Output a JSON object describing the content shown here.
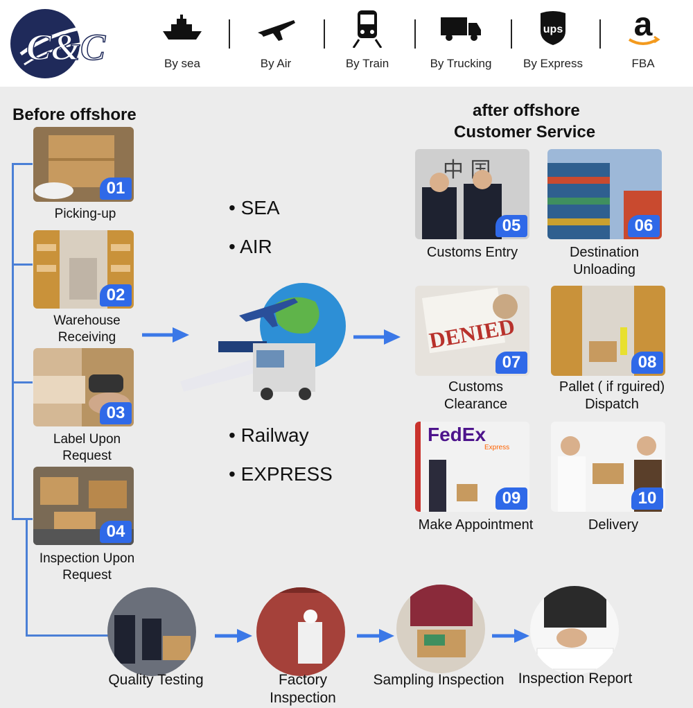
{
  "brand": {
    "logo_text": "C&C"
  },
  "header_modes": [
    {
      "label": "By sea",
      "icon": "ship-icon"
    },
    {
      "label": "By Air",
      "icon": "airplane-icon"
    },
    {
      "label": "By Train",
      "icon": "train-icon"
    },
    {
      "label": "By Trucking",
      "icon": "truck-icon"
    },
    {
      "label": "By Express",
      "icon": "ups-icon",
      "icon_text": "ups"
    },
    {
      "label": "FBA",
      "icon": "amazon-icon",
      "icon_text": "a"
    }
  ],
  "before": {
    "title": "Before offshore",
    "steps": [
      {
        "num": "01",
        "label": "Picking-up"
      },
      {
        "num": "02",
        "label": "Warehouse Receiving"
      },
      {
        "num": "03",
        "label": "Label Upon Request"
      },
      {
        "num": "04",
        "label": "Inspection Upon Request"
      }
    ]
  },
  "transport": {
    "bullets": [
      "• SEA",
      "• AIR",
      "• Railway",
      "• EXPRESS"
    ]
  },
  "after": {
    "title_line1": "after offshore",
    "title_line2": "Customer Service",
    "steps": [
      {
        "num": "05",
        "label": "Customs Entry"
      },
      {
        "num": "06",
        "label": "Destination Unloading"
      },
      {
        "num": "07",
        "label": "Customs Clearance"
      },
      {
        "num": "08",
        "label": "Pallet ( if rguired) Dispatch"
      },
      {
        "num": "09",
        "label": "Make Appointment"
      },
      {
        "num": "10",
        "label": "Delivery"
      }
    ],
    "photo_texts": {
      "chinese": "中 国",
      "denied": "DENIED",
      "fedex": "FedEx",
      "fedex_sub": "Express"
    }
  },
  "inspection": {
    "steps": [
      "Quality Testing",
      "Factory Inspection",
      "Sampling Inspection",
      "Inspection Report"
    ]
  },
  "colors": {
    "accent": "#2f69e8",
    "line": "#4a7fd6",
    "arrow": "#3b78e7"
  }
}
